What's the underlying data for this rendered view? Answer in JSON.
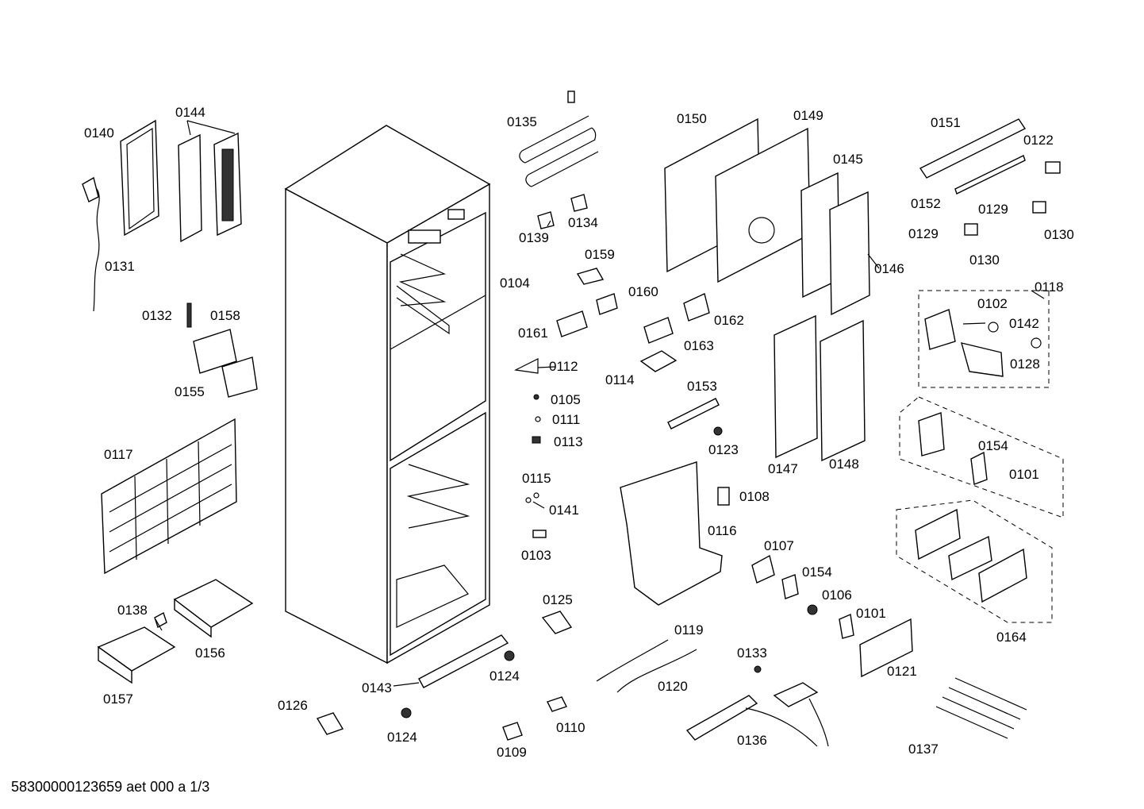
{
  "diagram": {
    "footer": "58300000123659 aet 000 a 1/3",
    "labels": {
      "p0140": "0140",
      "p0144": "0144",
      "p0131": "0131",
      "p0132": "0132",
      "p0158": "0158",
      "p0155": "0155",
      "p0117": "0117",
      "p0138": "0138",
      "p0156": "0156",
      "p0157": "0157",
      "p0126": "0126",
      "p0143": "0143",
      "p0124a": "0124",
      "p0124b": "0124",
      "p0135": "0135",
      "p0134": "0134",
      "p0139": "0139",
      "p0159": "0159",
      "p0104": "0104",
      "p0160": "0160",
      "p0161": "0161",
      "p0112": "0112",
      "p0105": "0105",
      "p0111": "0111",
      "p0113": "0113",
      "p0115": "0115",
      "p0141": "0141",
      "p0103": "0103",
      "p0125": "0125",
      "p0110": "0110",
      "p0109": "0109",
      "p0150": "0150",
      "p0149": "0149",
      "p0145": "0145",
      "p0146": "0146",
      "p0162": "0162",
      "p0163": "0163",
      "p0114": "0114",
      "p0153": "0153",
      "p0123": "0123",
      "p0147": "0147",
      "p0148": "0148",
      "p0108": "0108",
      "p0116": "0116",
      "p0107": "0107",
      "p0154a": "0154",
      "p0106": "0106",
      "p0101a": "0101",
      "p0119": "0119",
      "p0120": "0120",
      "p0133": "0133",
      "p0136": "0136",
      "p0121": "0121",
      "p0151": "0151",
      "p0122": "0122",
      "p0152": "0152",
      "p0129a": "0129",
      "p0130a": "0130",
      "p0129b": "0129",
      "p0130b": "0130",
      "p0118": "0118",
      "p0102": "0102",
      "p0142": "0142",
      "p0128": "0128",
      "p0154b": "0154",
      "p0101b": "0101",
      "p0164": "0164",
      "p0137": "0137"
    }
  }
}
